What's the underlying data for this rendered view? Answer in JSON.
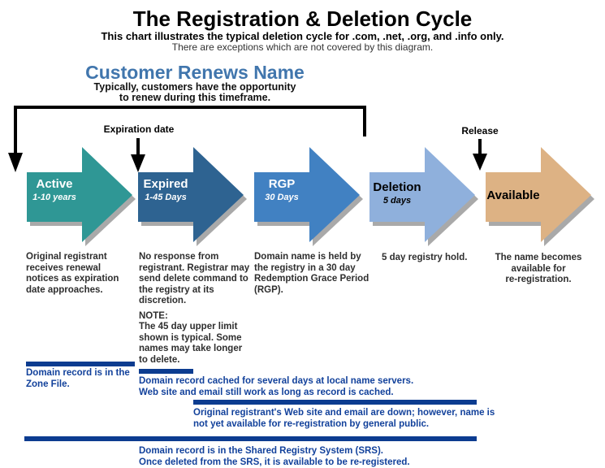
{
  "header": {
    "title": "The Registration & Deletion Cycle",
    "subtitle_bold": "This chart illustrates the typical deletion cycle for .com, .net, .org, and .info only.",
    "subtitle_note": "There are exceptions which are not covered by this diagram."
  },
  "renewal": {
    "heading": "Customer Renews Name",
    "caption": "Typically, customers have the opportunity\nto renew during this timeframe.",
    "heading_color": "#4176ad"
  },
  "markers": {
    "expiration_label": "Expiration date",
    "release_label": "Release"
  },
  "stages": [
    {
      "name": "Active",
      "duration": "1-10 years",
      "color": "#2f9795",
      "text_color": "#ffffff",
      "description": "Original registrant\nreceives renewal\nnotices as expiration\ndate approaches."
    },
    {
      "name": "Expired",
      "duration": "1-45 Days",
      "color": "#2e6391",
      "text_color": "#ffffff",
      "description": "No response from\nregistrant. Registrar may\nsend delete command to\nthe registry at its\ndiscretion.",
      "note_heading": "NOTE:",
      "note": "The 45 day upper limit\nshown is typical. Some\nnames may take longer\nto delete."
    },
    {
      "name": "RGP",
      "duration": "30 Days",
      "color": "#4181c2",
      "text_color": "#ffffff",
      "description": "Domain name is held by\nthe registry in a 30 day\nRedemption Grace Period\n(RGP)."
    },
    {
      "name": "Deletion",
      "duration": "5 days",
      "color": "#8fb0dc",
      "text_color": "#000000",
      "description": "5 day registry hold."
    },
    {
      "name": "Available",
      "duration": "",
      "color": "#ddb284",
      "text_color": "#000000",
      "description": "The name becomes\navailable for\nre-registration."
    }
  ],
  "timeline_notes": [
    {
      "label": "Domain record is in the\nZone File."
    },
    {
      "label": "Domain record cached for several days at local name servers.\nWeb site and email still work as long as record is cached."
    },
    {
      "label": "Original registrant's Web site and email are down; however, name is\nnot yet available for re-registration by general public."
    },
    {
      "label": "Domain record is in the Shared Registry System (SRS).\nOnce deleted from the SRS, it is available to be re-registered."
    }
  ],
  "colors": {
    "bar_navy": "#0c3c90",
    "note_text": "#12419b",
    "arrow_shadow": "#8c8c8c",
    "bracket_black": "#000000"
  }
}
